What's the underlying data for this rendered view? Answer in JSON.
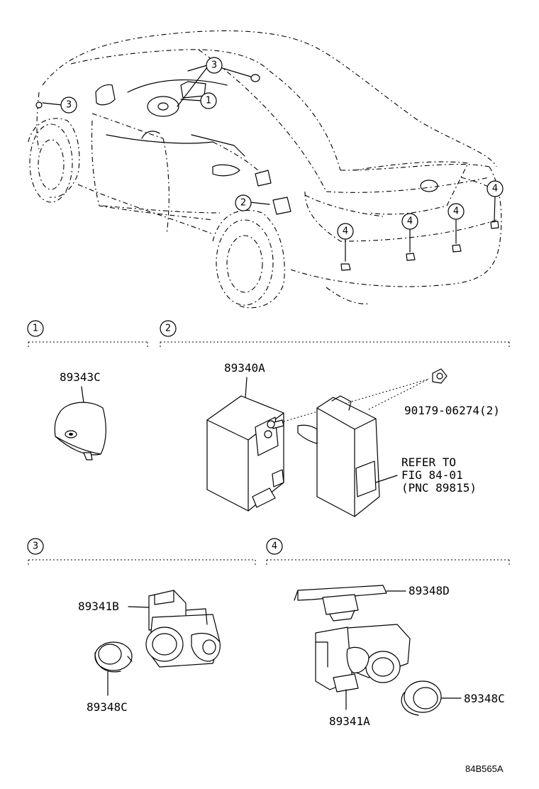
{
  "callouts": {
    "c1": "1",
    "c2": "2",
    "c3": "3",
    "c4": "4"
  },
  "sections": {
    "s1": "1",
    "s2": "2",
    "s3": "3",
    "s4": "4"
  },
  "parts": {
    "p89343C": "89343C",
    "p89340A": "89340A",
    "p90179": "90179-06274(2)",
    "refer_1": "REFER TO",
    "refer_2": "FIG 84-01",
    "refer_3": "(PNC 89815)",
    "p89341B": "89341B",
    "p89348C_left": "89348C",
    "p89348D": "89348D",
    "p89341A": "89341A",
    "p89348C_right": "89348C"
  },
  "figure_code": "84B565A"
}
